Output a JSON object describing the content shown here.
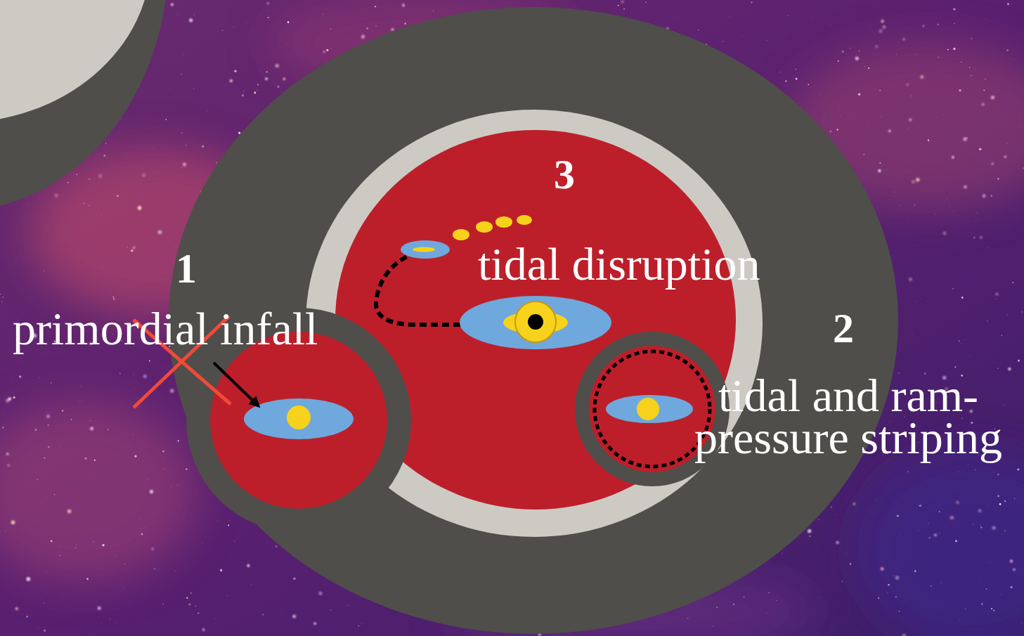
{
  "diagram": {
    "labels": [
      "3",
      "1",
      "tidal disruption",
      "2",
      "primordial infall",
      "tidal and ram- pressure striping"
    ]
  }
}
